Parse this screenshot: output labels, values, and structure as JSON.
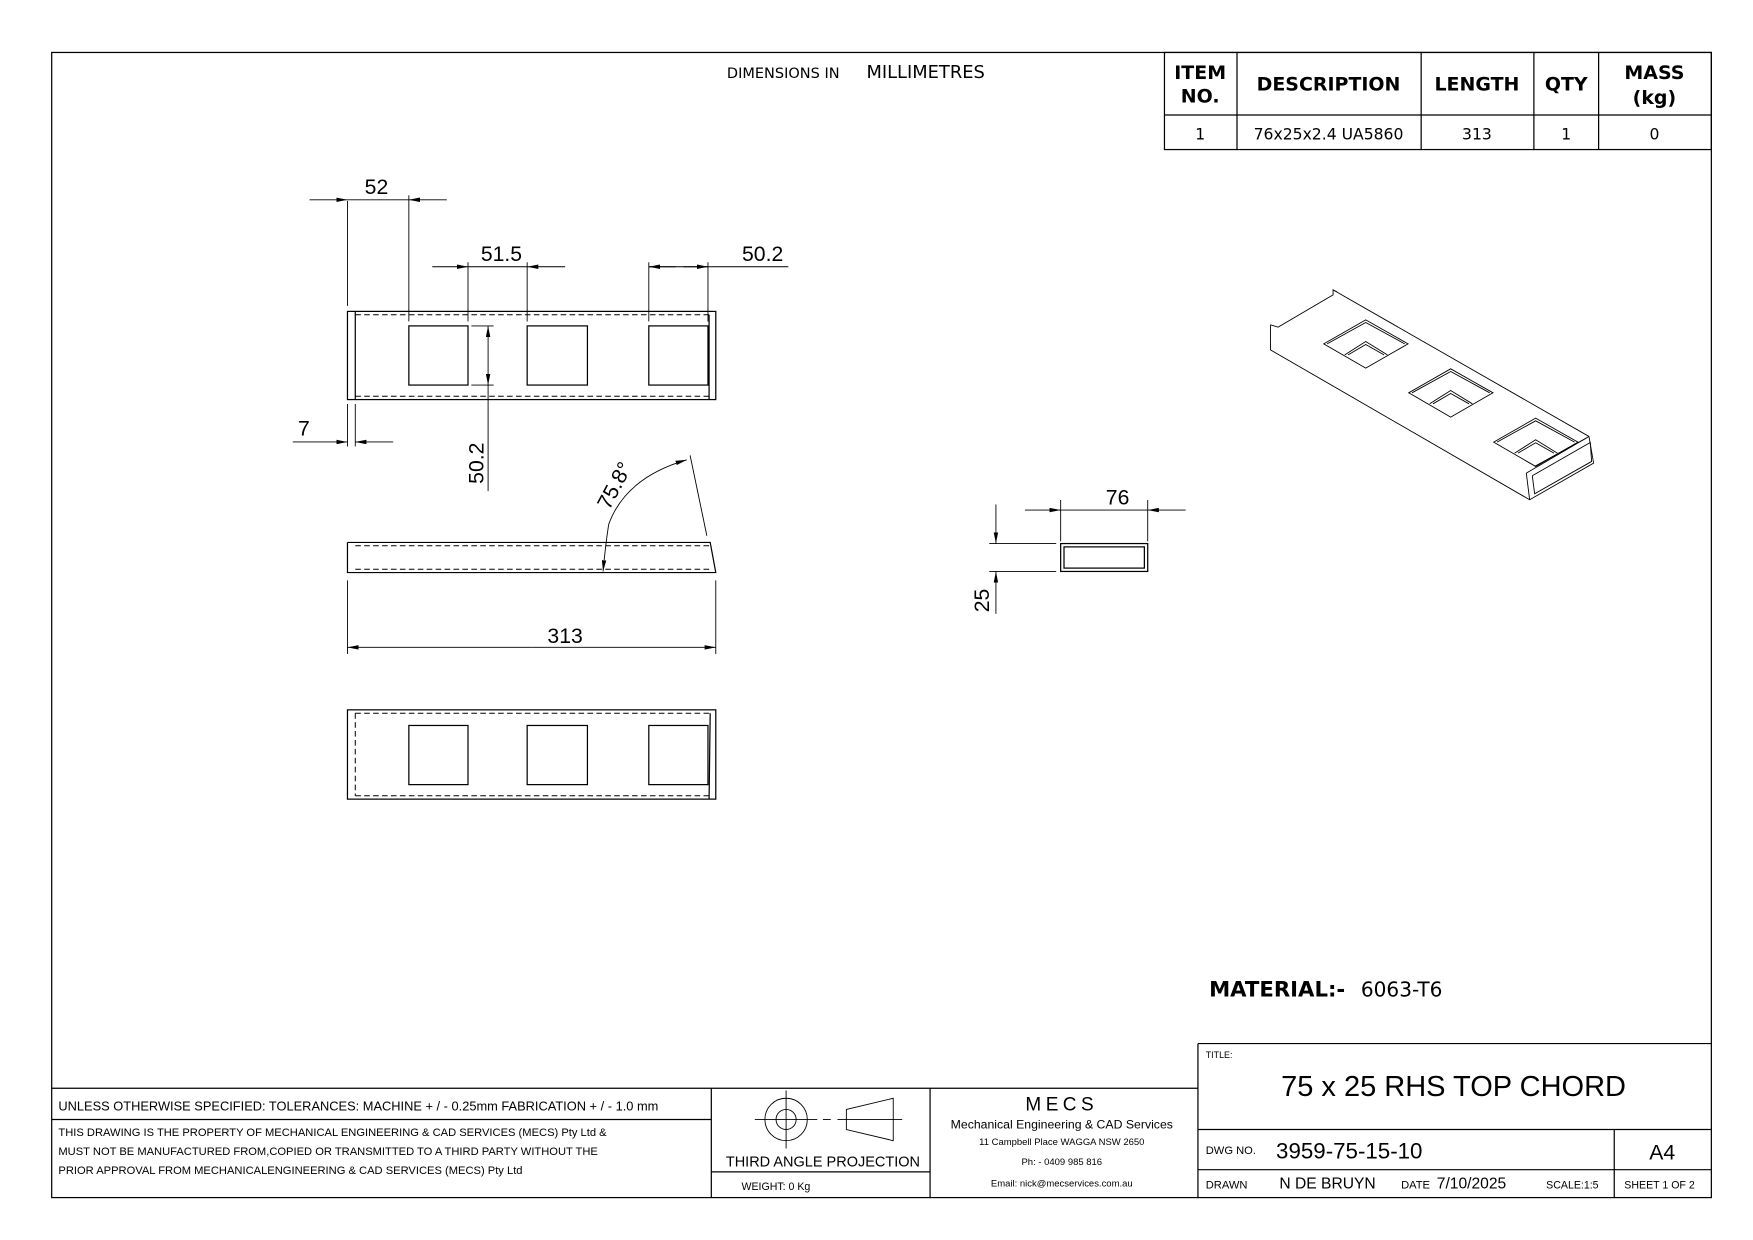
{
  "header": {
    "dimensions_label": "DIMENSIONS IN",
    "units": "MILLIMETRES"
  },
  "bom": {
    "headers": {
      "item_no_1": "ITEM",
      "item_no_2": "NO.",
      "description": "DESCRIPTION",
      "length": "LENGTH",
      "qty": "QTY",
      "mass_1": "MASS",
      "mass_2": "(kg)"
    },
    "rows": [
      {
        "item": "1",
        "description": "76x25x2.4 UA5860",
        "length": "313",
        "qty": "1",
        "mass": "0"
      }
    ]
  },
  "dimensions": {
    "d52": "52",
    "d51_5": "51.5",
    "d50_2_h": "50.2",
    "d7": "7",
    "d50_2_v": "50.2",
    "angle": "75.8°",
    "length": "313",
    "width": "76",
    "height": "25"
  },
  "material": {
    "label": "MATERIAL:-",
    "value": "6063-T6"
  },
  "title_block": {
    "tolerances": "UNLESS OTHERWISE SPECIFIED: TOLERANCES: MACHINE + / - 0.25mm  FABRICATION + / - 1.0 mm",
    "property_1": "THIS DRAWING IS THE PROPERTY OF MECHANICAL ENGINEERING & CAD SERVICES (MECS) Pty Ltd &",
    "property_2": "MUST NOT BE MANUFACTURED FROM,COPIED OR TRANSMITTED TO A THIRD PARTY WITHOUT THE",
    "property_3": "PRIOR APPROVAL FROM MECHANICALENGINEERING & CAD SERVICES (MECS) Pty Ltd",
    "projection": "THIRD ANGLE PROJECTION",
    "weight": "WEIGHT: 0 Kg",
    "company_logo": "MECS",
    "company_name": "Mechanical Engineering & CAD Services",
    "address": "11 Campbell Place WAGGA NSW 2650",
    "phone": "Ph: - 0409 985 816",
    "email": "Email: nick@mecservices.com.au",
    "title_label": "TITLE:",
    "title": "75 x 25 RHS TOP CHORD",
    "dwg_no_label": "DWG NO.",
    "dwg_no": "3959-75-15-10",
    "size": "A4",
    "drawn_label": "DRAWN",
    "drawn_by": "N DE BRUYN",
    "date_label": "DATE",
    "date": "7/10/2025",
    "scale": "SCALE:1:5",
    "sheet": "SHEET 1 OF 2"
  }
}
